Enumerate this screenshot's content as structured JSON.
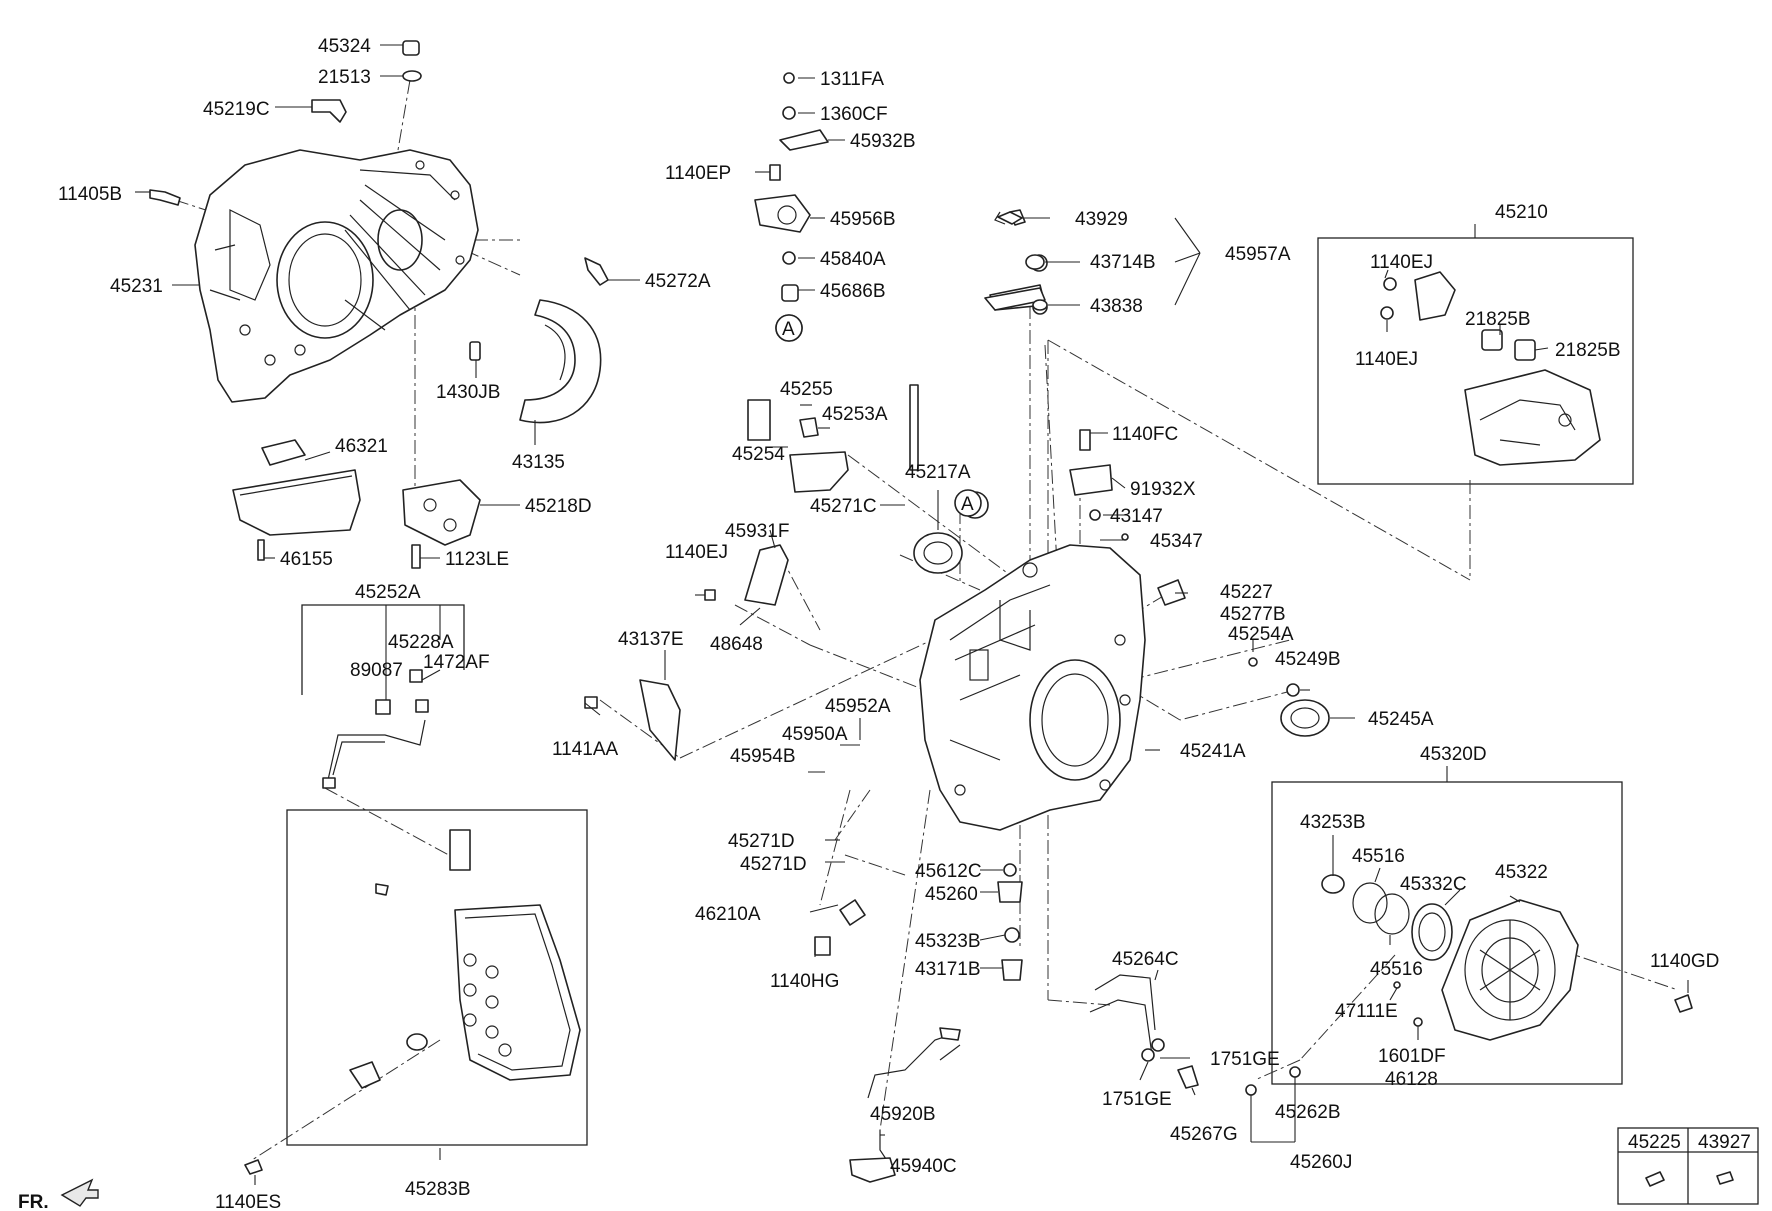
{
  "labels": {
    "l45324": "45324",
    "l21513": "21513",
    "l45219C": "45219C",
    "l11405B": "11405B",
    "l45231": "45231",
    "l45272A": "45272A",
    "l1430JB": "1430JB",
    "l43135": "43135",
    "l46321": "46321",
    "l45218D": "45218D",
    "l46155": "46155",
    "l1123LE": "1123LE",
    "l45252A": "45252A",
    "l45228A": "45228A",
    "l89087": "89087",
    "l1472AF": "1472AF",
    "l1311FA": "1311FA",
    "l1360CF": "1360CF",
    "l45932B": "45932B",
    "l1140EP": "1140EP",
    "l45956B": "45956B",
    "l45840A": "45840A",
    "l45686B": "45686B",
    "l45255": "45255",
    "l45253A": "45253A",
    "l45254": "45254",
    "l45217A": "45217A",
    "l45271C": "45271C",
    "l45931F": "45931F",
    "l1140EJa": "1140EJ",
    "l48648": "48648",
    "l43137E": "43137E",
    "l1141AA": "1141AA",
    "l45952A": "45952A",
    "l45950A": "45950A",
    "l45954B": "45954B",
    "l45271Da": "45271D",
    "l45271Db": "45271D",
    "l46210A": "46210A",
    "l1140HG": "1140HG",
    "l45612C": "45612C",
    "l45260": "45260",
    "l45323B": "45323B",
    "l43171B": "43171B",
    "l45920B": "45920B",
    "l45940C": "45940C",
    "l43929": "43929",
    "l43714B": "43714B",
    "l45957A": "45957A",
    "l43838": "43838",
    "l1140FC": "1140FC",
    "l91932X": "91932X",
    "l43147": "43147",
    "l45347": "45347",
    "l45227": "45227",
    "l45277B": "45277B",
    "l45254A": "45254A",
    "l45249B": "45249B",
    "l45245A": "45245A",
    "l45241A": "45241A",
    "l45264C": "45264C",
    "l1751GEa": "1751GE",
    "l1751GEb": "1751GE",
    "l45267G": "45267G",
    "l45262B": "45262B",
    "l45260J": "45260J",
    "l45210": "45210",
    "l1140EJb": "1140EJ",
    "l1140EJc": "1140EJ",
    "l21825Ba": "21825B",
    "l21825Bb": "21825B",
    "l45320D": "45320D",
    "l43253B": "43253B",
    "l45516a": "45516",
    "l45516b": "45516",
    "l45332C": "45332C",
    "l45322": "45322",
    "l1140GD": "1140GD",
    "l47111E": "47111E",
    "l1601DF": "1601DF",
    "l46128": "46128",
    "l45283B": "45283B",
    "l1140ES": "1140ES",
    "refA1": "A",
    "refA2": "A",
    "fr": "FR.",
    "legend1": "45225",
    "legend2": "43927"
  }
}
